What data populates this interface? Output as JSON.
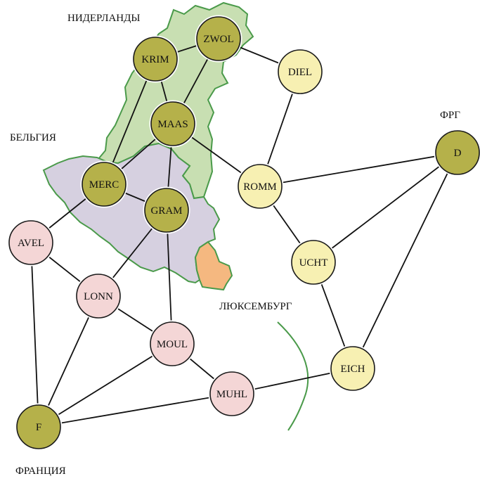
{
  "regions": [
    {
      "key": "netherlands",
      "label": "НИДЕРЛАНДЫ",
      "fill": "#c8dfb2",
      "stroke": "#4a9a4a"
    },
    {
      "key": "belgium",
      "label": "БЕЛЬГИЯ",
      "fill": "#d6d0e0",
      "stroke": "#4a9a4a"
    },
    {
      "key": "luxembourg",
      "label": "ЛЮКСЕМБУРГ",
      "fill": "#f5b880",
      "stroke": "#4a9a4a"
    },
    {
      "key": "germany",
      "label": "ФРГ"
    },
    {
      "key": "france",
      "label": "ФРАНЦИЯ"
    }
  ],
  "node_colors": {
    "olive": "#b5b14a",
    "yellow": "#f7f0b2",
    "pink": "#f4d6d6"
  },
  "nodes": [
    {
      "id": "KRIM",
      "label": "KRIM",
      "color": "olive"
    },
    {
      "id": "ZWOL",
      "label": "ZWOL",
      "color": "olive"
    },
    {
      "id": "DIEL",
      "label": "DIEL",
      "color": "yellow"
    },
    {
      "id": "MAAS",
      "label": "MAAS",
      "color": "olive"
    },
    {
      "id": "D",
      "label": "D",
      "color": "olive"
    },
    {
      "id": "MERC",
      "label": "MERC",
      "color": "olive"
    },
    {
      "id": "GRAM",
      "label": "GRAM",
      "color": "olive"
    },
    {
      "id": "ROMM",
      "label": "ROMM",
      "color": "yellow"
    },
    {
      "id": "AVEL",
      "label": "AVEL",
      "color": "pink"
    },
    {
      "id": "UCHT",
      "label": "UCHT",
      "color": "yellow"
    },
    {
      "id": "LONN",
      "label": "LONN",
      "color": "pink"
    },
    {
      "id": "MOUL",
      "label": "MOUL",
      "color": "pink"
    },
    {
      "id": "EICH",
      "label": "EICH",
      "color": "yellow"
    },
    {
      "id": "MUHL",
      "label": "MUHL",
      "color": "pink"
    },
    {
      "id": "F",
      "label": "F",
      "color": "olive"
    }
  ],
  "edges": [
    [
      "KRIM",
      "ZWOL"
    ],
    [
      "KRIM",
      "MAAS"
    ],
    [
      "KRIM",
      "MERC"
    ],
    [
      "ZWOL",
      "MAAS"
    ],
    [
      "ZWOL",
      "DIEL"
    ],
    [
      "DIEL",
      "ROMM"
    ],
    [
      "MAAS",
      "MERC"
    ],
    [
      "MAAS",
      "GRAM"
    ],
    [
      "MAAS",
      "ROMM"
    ],
    [
      "ROMM",
      "D"
    ],
    [
      "ROMM",
      "UCHT"
    ],
    [
      "MERC",
      "GRAM"
    ],
    [
      "MERC",
      "AVEL"
    ],
    [
      "GRAM",
      "LONN"
    ],
    [
      "GRAM",
      "MOUL"
    ],
    [
      "AVEL",
      "LONN"
    ],
    [
      "AVEL",
      "F"
    ],
    [
      "LONN",
      "MOUL"
    ],
    [
      "LONN",
      "F"
    ],
    [
      "MOUL",
      "MUHL"
    ],
    [
      "MOUL",
      "F"
    ],
    [
      "UCHT",
      "D"
    ],
    [
      "UCHT",
      "EICH"
    ],
    [
      "EICH",
      "D"
    ],
    [
      "EICH",
      "MUHL"
    ],
    [
      "MUHL",
      "F"
    ]
  ]
}
